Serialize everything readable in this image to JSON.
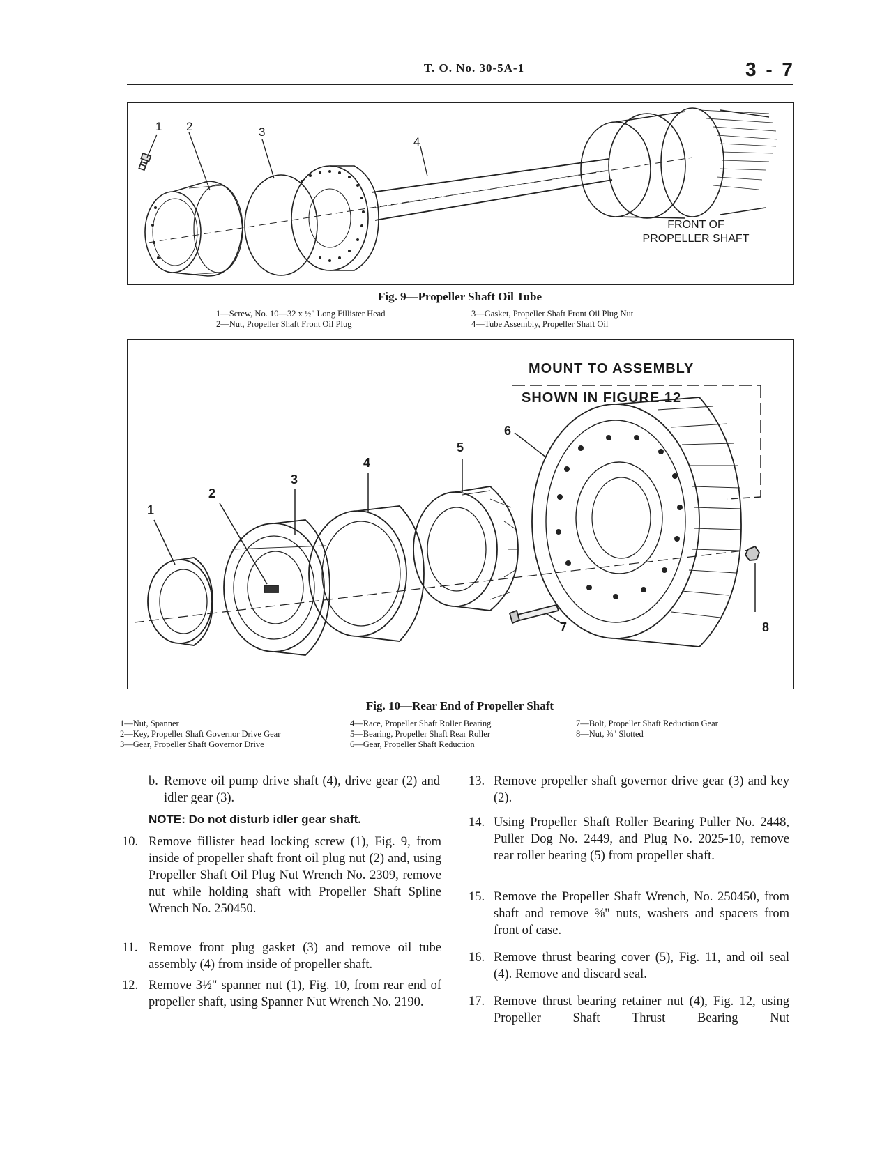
{
  "header": {
    "to_number": "T. O. No. 30-5A-1",
    "page_number": "3 - 7"
  },
  "figure9": {
    "caption": "Fig. 9—Propeller Shaft Oil Tube",
    "callouts": [
      "1",
      "2",
      "3",
      "4"
    ],
    "label_line1": "FRONT OF",
    "label_line2": "PROPELLER SHAFT",
    "legend_left": [
      "1—Screw, No. 10—32 x ½\" Long Fillister Head",
      "2—Nut, Propeller Shaft Front Oil Plug"
    ],
    "legend_right": [
      "3—Gasket, Propeller Shaft Front Oil Plug Nut",
      "4—Tube Assembly, Propeller Shaft Oil"
    ]
  },
  "figure10": {
    "caption": "Fig. 10—Rear End of Propeller Shaft",
    "callouts": [
      "1",
      "2",
      "3",
      "4",
      "5",
      "6",
      "7",
      "8"
    ],
    "mount_line1": "MOUNT TO ASSEMBLY",
    "mount_line2": "SHOWN IN FIGURE 12",
    "legend_col1": [
      "1—Nut, Spanner",
      "2—Key, Propeller Shaft Governor Drive Gear",
      "3—Gear, Propeller Shaft Governor Drive"
    ],
    "legend_col2": [
      "4—Race, Propeller Shaft Roller Bearing",
      "5—Bearing, Propeller Shaft Rear Roller",
      "6—Gear, Propeller Shaft Reduction"
    ],
    "legend_col3": [
      "7—Bolt, Propeller Shaft Reduction Gear",
      "8—Nut, ⅜\" Slotted"
    ]
  },
  "left_column": {
    "b_label": "b.",
    "b_text": "Remove oil pump drive shaft (4), drive gear (2) and idler gear (3).",
    "note": "NOTE: Do not disturb idler gear shaft.",
    "items": [
      {
        "num": "10.",
        "text": "Remove fillister head locking screw (1), Fig. 9, from inside of propeller shaft front oil plug nut (2) and, using Propeller Shaft Oil Plug Nut Wrench No. 2309, remove nut while holding shaft with Propeller Shaft Spline Wrench No. 250450."
      },
      {
        "num": "11.",
        "text": "Remove front plug gasket (3) and remove oil tube assembly (4) from inside of propeller shaft."
      },
      {
        "num": "12.",
        "text": "Remove 3½\" spanner nut (1), Fig. 10, from rear end of propeller shaft, using Spanner Nut Wrench No. 2190."
      }
    ]
  },
  "right_column": {
    "items": [
      {
        "num": "13.",
        "text": "Remove propeller shaft governor drive gear (3) and key (2)."
      },
      {
        "num": "14.",
        "text": "Using Propeller Shaft Roller Bearing Puller No. 2448, Puller Dog No. 2449, and Plug No. 2025-10, remove rear roller bearing (5) from propeller shaft."
      },
      {
        "num": "15.",
        "text": "Remove the Propeller Shaft Wrench, No. 250450, from shaft and remove ⅜\" nuts, washers and spacers from front of case."
      },
      {
        "num": "16.",
        "text": "Remove thrust bearing cover (5), Fig. 11, and oil seal (4). Remove and discard seal."
      },
      {
        "num": "17.",
        "text": "Remove thrust bearing retainer nut (4), Fig. 12, using Propeller Shaft Thrust Bearing Nut"
      }
    ]
  }
}
